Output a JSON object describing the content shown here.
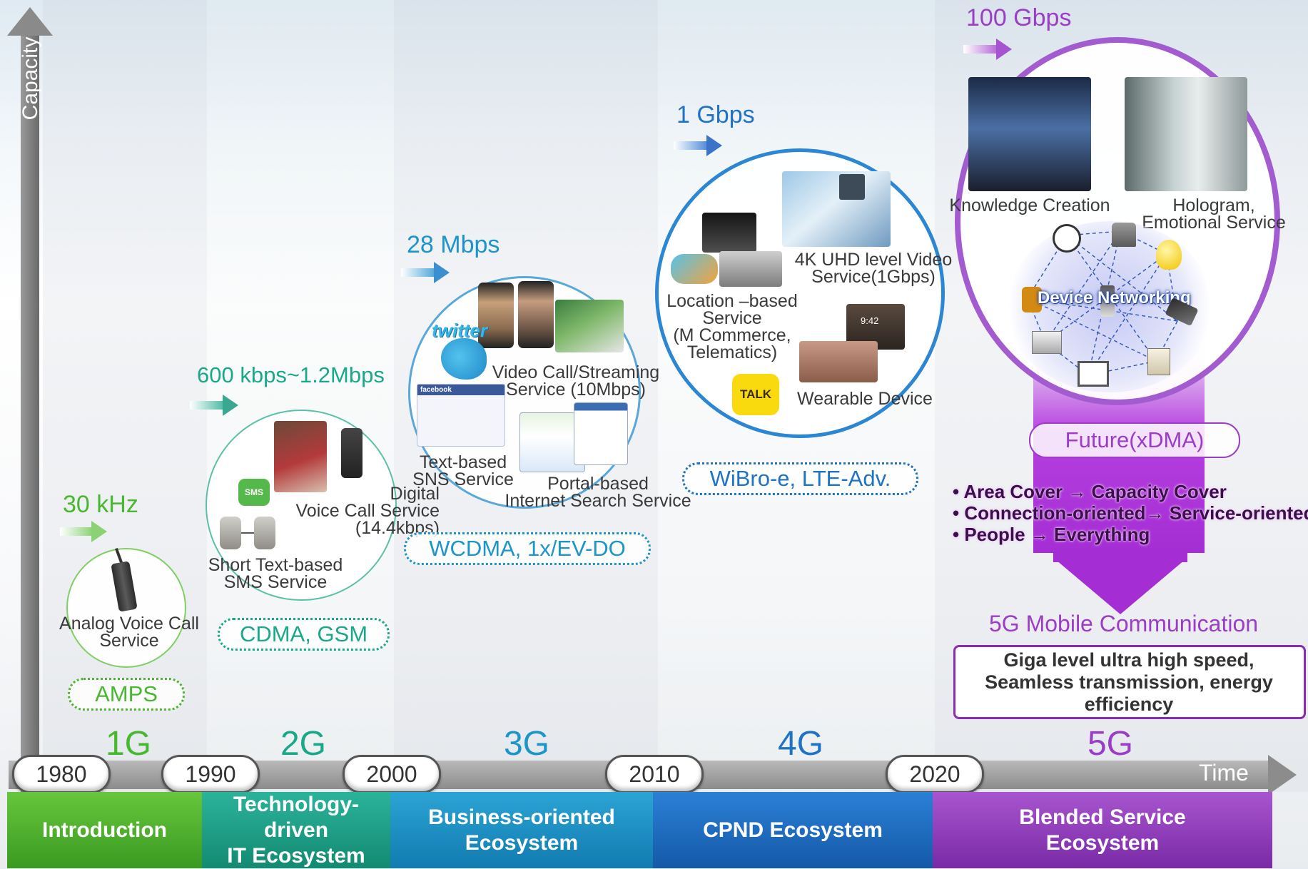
{
  "axis": {
    "y_label": "Capacity",
    "x_label": "Time"
  },
  "colors": {
    "g1": "#49b831",
    "g2": "#1aa88a",
    "g3": "#1c95c9",
    "g4": "#1f73c6",
    "g5": "#9b3dc6"
  },
  "speeds": [
    "30 kHz",
    "600 kbps~1.2Mbps",
    "28 Mbps",
    "1 Gbps",
    "100 Gbps"
  ],
  "services": {
    "g1_analog": "Analog Voice Call\nService",
    "g2_digital": "Digital\nVoice Call Service\n(14.4kbps)",
    "g2_sms": "Short Text-based\nSMS Service",
    "g3_video": "Video Call/Streaming\nService (10Mbps)",
    "g3_sns": "Text-based\nSNS Service",
    "g3_portal": "Portal-based\nInternet Search Service",
    "g4_uhd": "4K UHD level Video\nService(1Gbps)",
    "g4_location": "Location –based\nService\n(M Commerce,\nTelematics)",
    "g4_wearable": "Wearable Device",
    "g5_knowledge": "Knowledge Creation",
    "g5_hologram": "Hologram,\nEmotional Service",
    "g5_device_networking": "Device Networking"
  },
  "icon_text": {
    "sms": "SMS",
    "twitter": "twitter",
    "facebook": "facebook",
    "talk": "TALK",
    "watch_time": "9:42"
  },
  "technologies": [
    "AMPS",
    "CDMA, GSM",
    "WCDMA, 1x/EV-DO",
    "WiBro-e, LTE-Adv.",
    "Future(xDMA)"
  ],
  "future_bullets": [
    "• Area Cover → Capacity Cover",
    "• Connection-oriented→ Service-oriented",
    "• People → Everything"
  ],
  "five_g": {
    "title": "5G Mobile Communication",
    "description": "Giga level ultra high speed,\nSeamless transmission, energy\nefficiency"
  },
  "generations": [
    "1G",
    "2G",
    "3G",
    "4G",
    "5G"
  ],
  "years": [
    "1980",
    "1990",
    "2000",
    "2010",
    "2020"
  ],
  "ecosystems": [
    "Introduction",
    "Technology-driven\nIT Ecosystem",
    "Business-oriented\nEcosystem",
    "CPND Ecosystem",
    "Blended Service\nEcosystem"
  ]
}
